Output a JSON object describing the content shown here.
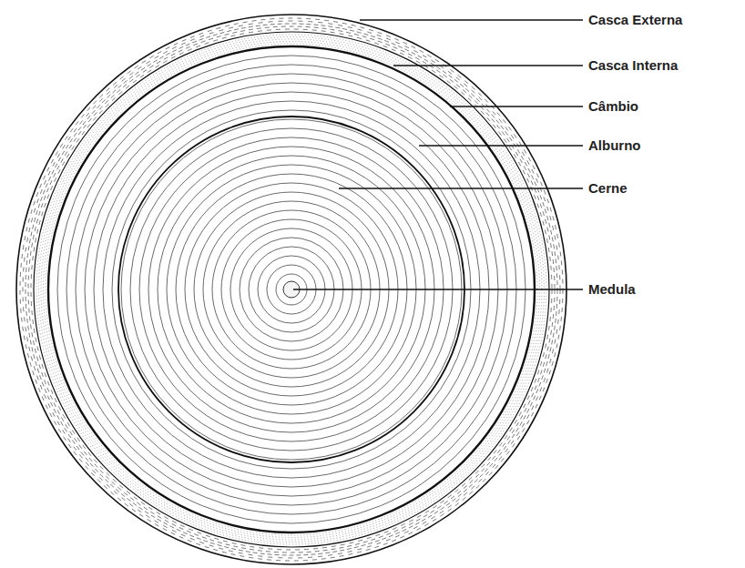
{
  "diagram": {
    "labels": [
      "Casca Externa",
      "Casca Interna",
      "Câmbio",
      "Alburno",
      "Cerne",
      "Medula"
    ]
  }
}
